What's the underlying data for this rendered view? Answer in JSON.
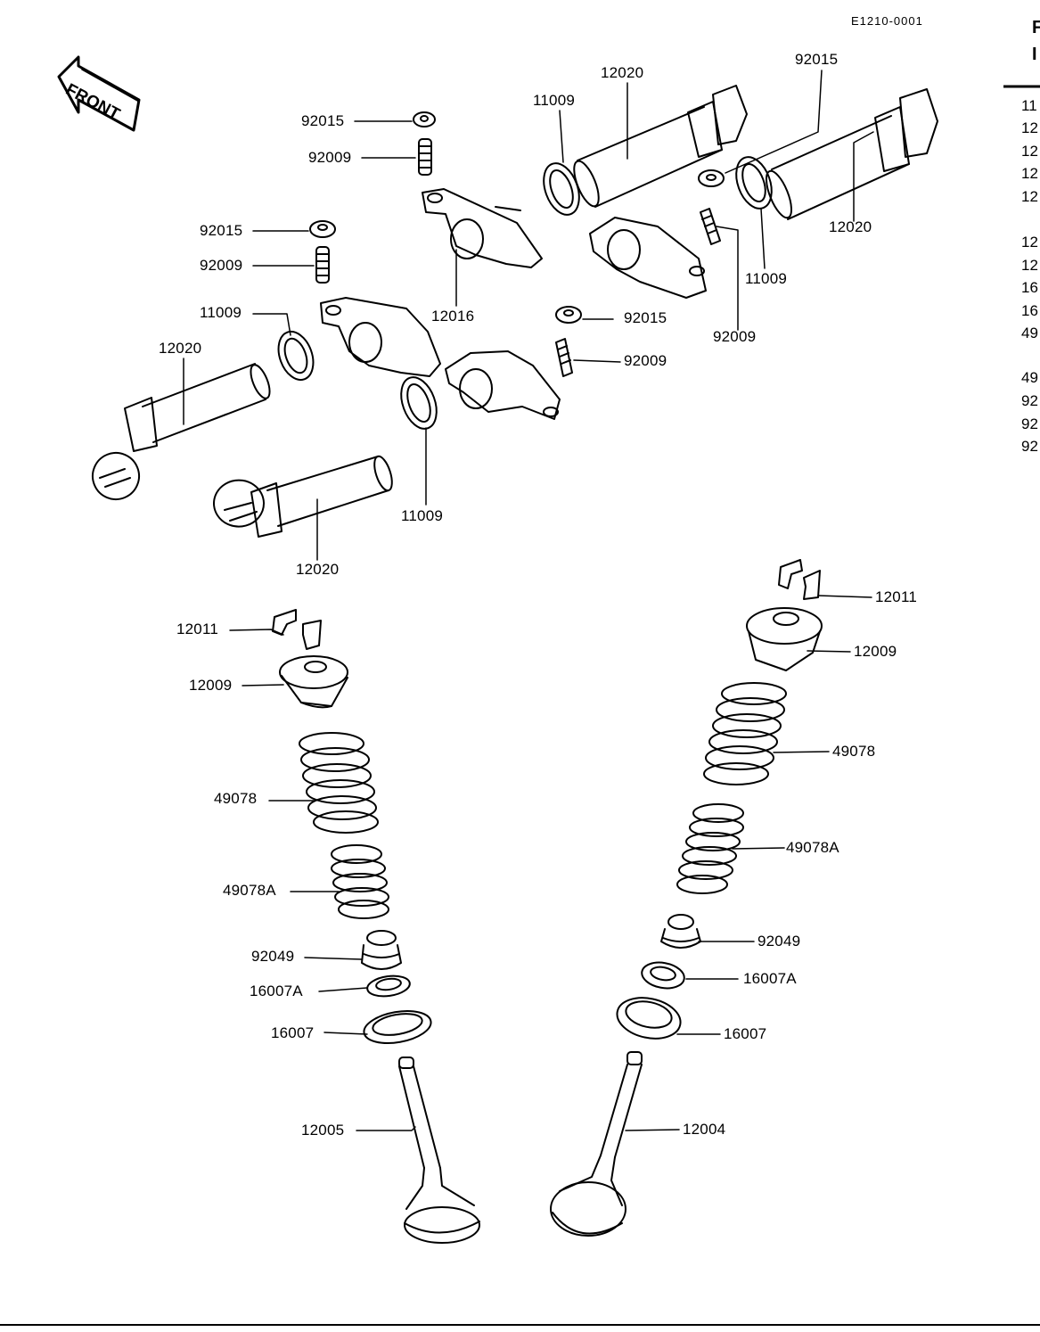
{
  "figure_code": "E1210-0001",
  "front_label": "FRONT",
  "header_fragments": [
    "F",
    "I"
  ],
  "right_column_fragments": [
    "11",
    "12",
    "12",
    "12",
    "12",
    "12",
    "12",
    "16",
    "16",
    "49",
    "49",
    "92",
    "92",
    "92"
  ],
  "callouts": [
    {
      "text": "92015"
    },
    {
      "text": "92009"
    },
    {
      "text": "92015"
    },
    {
      "text": "92009"
    },
    {
      "text": "11009"
    },
    {
      "text": "12020"
    },
    {
      "text": "11009"
    },
    {
      "text": "12020"
    },
    {
      "text": "92015"
    },
    {
      "text": "12020"
    },
    {
      "text": "11009"
    },
    {
      "text": "92009"
    },
    {
      "text": "12016"
    },
    {
      "text": "92015"
    },
    {
      "text": "92009"
    },
    {
      "text": "11009"
    },
    {
      "text": "12020"
    },
    {
      "text": "12011"
    },
    {
      "text": "12009"
    },
    {
      "text": "49078"
    },
    {
      "text": "49078A"
    },
    {
      "text": "92049"
    },
    {
      "text": "16007A"
    },
    {
      "text": "16007"
    },
    {
      "text": "12005"
    },
    {
      "text": "12011"
    },
    {
      "text": "12009"
    },
    {
      "text": "49078"
    },
    {
      "text": "49078A"
    },
    {
      "text": "92049"
    },
    {
      "text": "16007A"
    },
    {
      "text": "16007"
    },
    {
      "text": "12004"
    }
  ]
}
